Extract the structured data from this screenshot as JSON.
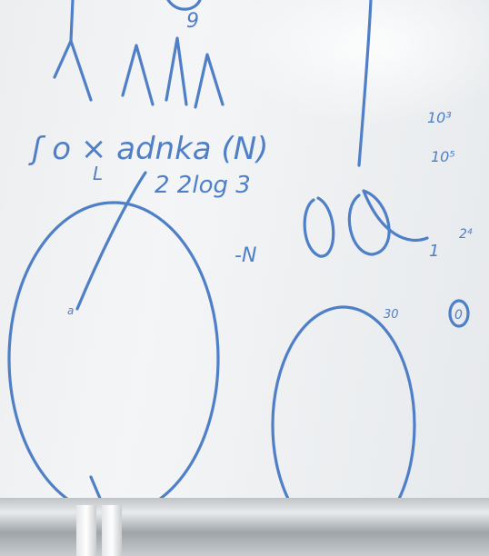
{
  "colors": {
    "marker_blue": "#4f7fc6",
    "board": "#f2f3f4",
    "tray": "#b8bdc1"
  },
  "board_text": {
    "top_small": "9",
    "node_labels": "ʃ  o ⨯ adnka (N)",
    "sub_label_left": "L",
    "sub_label_right": "2 2log 3",
    "minus_n": "-N",
    "pow_top": "10³",
    "pow_bottom": "10⁵",
    "one_label": "1",
    "two_pow": "2⁴",
    "thirty": "30",
    "circled_zero": "0",
    "tiny_a": "a"
  }
}
